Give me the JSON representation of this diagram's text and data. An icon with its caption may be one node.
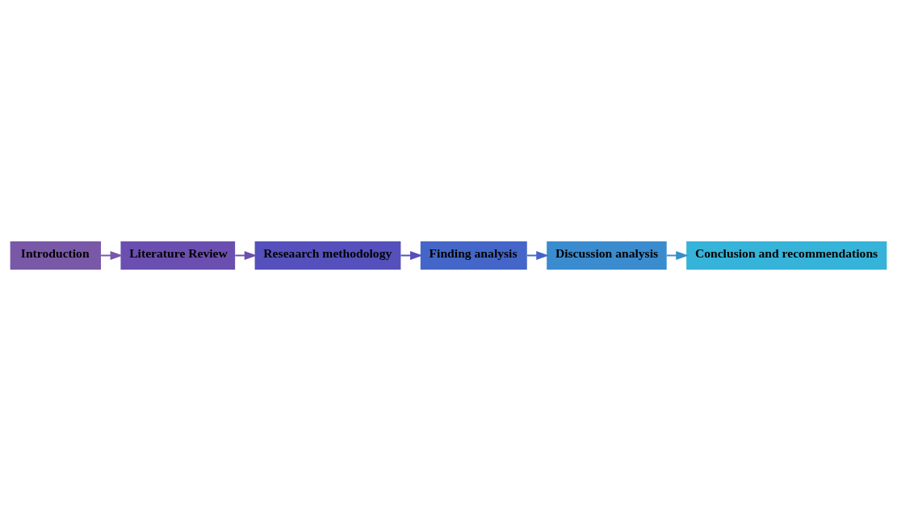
{
  "diagram": {
    "nodes": [
      {
        "text": [
          "Introduction"
        ]
      },
      {
        "text": [
          "Literature Review"
        ]
      },
      {
        "text": [
          "Reseaarch methodology"
        ]
      },
      {
        "text": [
          "Finding analysis"
        ]
      },
      {
        "text": [
          "Discussion analysis"
        ]
      },
      {
        "text": [
          "Conclusion and recommendations"
        ]
      }
    ],
    "edges": [
      {
        "from": 0,
        "to": 1,
        "arrow": "to"
      },
      {
        "from": 1,
        "to": 2,
        "arrow": "to"
      },
      {
        "from": 2,
        "to": 3,
        "arrow": "to"
      },
      {
        "from": 3,
        "to": 4,
        "arrow": "to"
      },
      {
        "from": 4,
        "to": 5,
        "arrow": "to"
      }
    ]
  }
}
